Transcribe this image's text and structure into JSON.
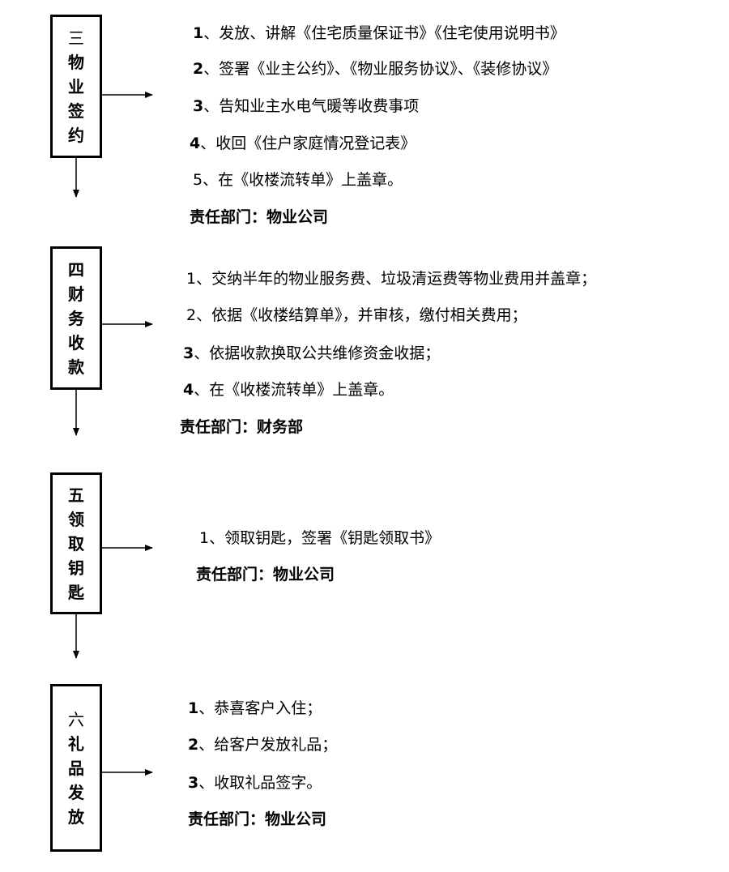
{
  "steps": [
    {
      "box": [
        "三",
        "物",
        "业",
        "签",
        "约"
      ],
      "items": [
        {
          "num": "1",
          "text": "、发放、讲解《住宅质量保证书》《住宅使用说明书》"
        },
        {
          "num": "2",
          "text": "、签署《业主公约》、《物业服务协议》、《装修协议》"
        },
        {
          "num": "3",
          "text": "、告知业主水电气暖等收费事项"
        },
        {
          "num": "4",
          "text": "、收回《住户家庭情况登记表》"
        },
        {
          "num": "5",
          "text": "、在《收楼流转单》上盖章。"
        }
      ],
      "dept": "责任部门：物业公司"
    },
    {
      "box": [
        "四",
        "财",
        "务",
        "收",
        "款"
      ],
      "items": [
        {
          "num": "1",
          "text": "、交纳半年的物业服务费、垃圾清运费等物业费用并盖章；"
        },
        {
          "num": "2",
          "text": "、依据《收楼结算单》，并审核，缴付相关费用；"
        },
        {
          "num": "3",
          "text": "、依据收款换取公共维修资金收据；"
        },
        {
          "num": "4",
          "text": "、在《收楼流转单》上盖章。"
        }
      ],
      "dept": "责任部门：财务部"
    },
    {
      "box": [
        "五",
        "领",
        "取",
        "钥",
        "匙"
      ],
      "items": [
        {
          "num": "1",
          "text": "、领取钥匙，签署《钥匙领取书》"
        }
      ],
      "dept": "责任部门：物业公司"
    },
    {
      "box": [
        "六",
        "礼",
        "品",
        "发",
        "放"
      ],
      "items": [
        {
          "num": "1",
          "text": "、恭喜客户入住；"
        },
        {
          "num": "2",
          "text": "、给客户发放礼品；"
        },
        {
          "num": "3",
          "text": "、收取礼品签字。"
        }
      ],
      "dept": "责任部门：物业公司"
    }
  ]
}
